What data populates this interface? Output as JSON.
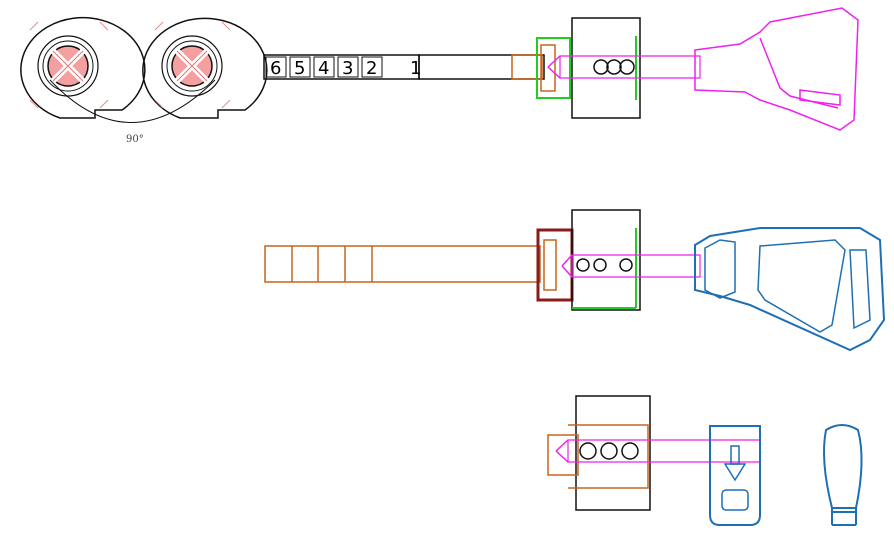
{
  "colors": {
    "black": "#111111",
    "orange": "#c8641e",
    "green": "#22cc22",
    "magenta": "#ee22ee",
    "blue": "#1f6fb5",
    "darkred": "#8b1a1a",
    "pink": "#f08a8a"
  },
  "angle_label": "90°",
  "number_boxes": [
    "6",
    "5",
    "4",
    "3",
    "2",
    "1"
  ],
  "icons": {
    "arrow_down": "arrow-down-icon"
  }
}
